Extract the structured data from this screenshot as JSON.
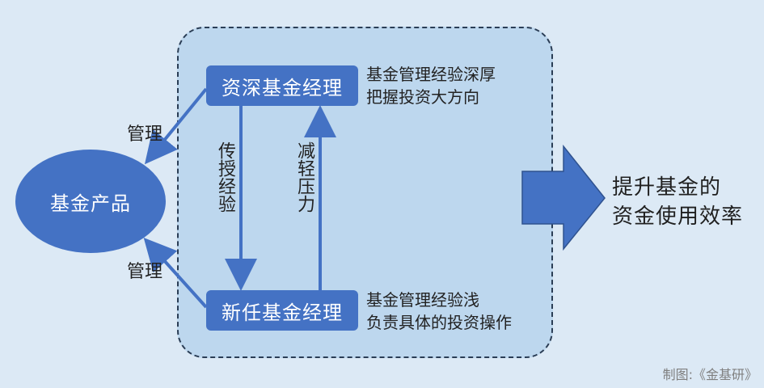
{
  "senior_manager": {
    "label": "资深基金经理",
    "note_line1": "基金管理经验深厚",
    "note_line2": "把握投资大方向"
  },
  "new_manager": {
    "label": "新任基金经理",
    "note_line1": "基金管理经验浅",
    "note_line2": "负责具体的投资操作"
  },
  "fund_product": {
    "label": "基金产品"
  },
  "relations": {
    "pass_on_experience": "传授经验",
    "reduce_pressure": "减轻压力",
    "manage_top": "管理",
    "manage_bottom": "管理"
  },
  "result": {
    "line1": "提升基金的",
    "line2": "资金使用效率"
  },
  "credit": "制图:《金基研》",
  "colors": {
    "background": "#dce9f5",
    "frame_fill": "#bdd7ee",
    "box_fill": "#4472c4",
    "arrow": "#4472c4"
  }
}
